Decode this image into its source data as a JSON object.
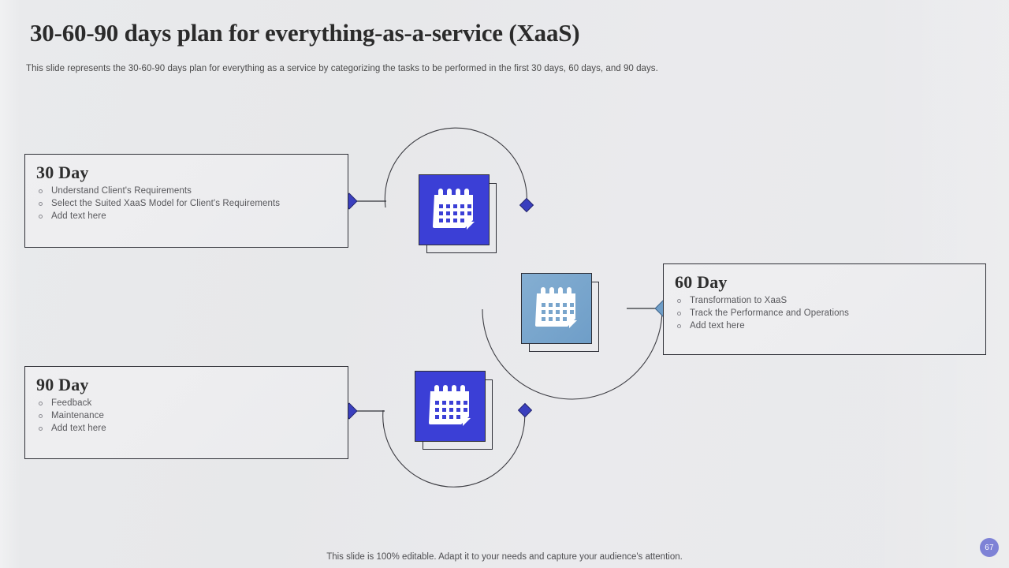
{
  "slide": {
    "title": "30-60-90 days plan for everything-as-a-service (XaaS)",
    "subtitle": "This slide represents the 30-60-90 days plan for everything as a service by categorizing the tasks to be performed in the first 30 days, 60 days, and 90 days.",
    "footer_note": "This slide is 100% editable. Adapt it to your needs and capture your audience's attention.",
    "page_number": "67"
  },
  "cards": [
    {
      "title": "30 Day",
      "bullets": [
        "Understand Client's Requirements",
        "Select the Suited XaaS Model for Client's Requirements",
        "Add text here"
      ]
    },
    {
      "title": "60 Day",
      "bullets": [
        "Transformation to XaaS",
        "Track the Performance and Operations",
        "Add text here"
      ]
    },
    {
      "title": "90 Day",
      "bullets": [
        "Feedback",
        "Maintenance",
        "Add text here"
      ]
    }
  ],
  "icons": [
    {
      "name": "calendar-icon-30",
      "variant": "dark"
    },
    {
      "name": "calendar-icon-60",
      "variant": "light"
    },
    {
      "name": "calendar-icon-90",
      "variant": "dark"
    }
  ],
  "colors": {
    "accent_indigo": "#3b3fd6",
    "accent_light_blue": "#6f9ec8",
    "diamond_dark": "#3a3fbe",
    "diamond_light": "#6f9ec8",
    "outline": "#2d2e36",
    "background": "#e8e9eb",
    "badge": "#7e82d6",
    "title_text": "#2b2b2b",
    "body_text": "#58585c"
  }
}
